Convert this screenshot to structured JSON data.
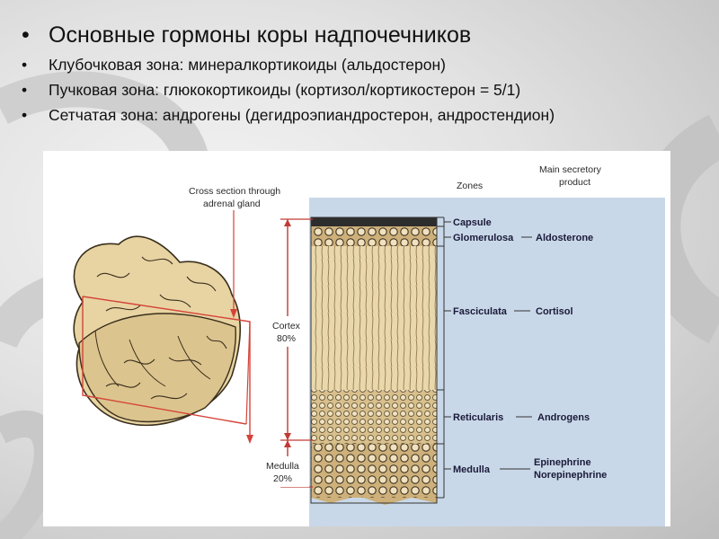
{
  "slide": {
    "bullets": [
      "Основные гормоны коры надпочечников",
      "Клубочковая зона: минералкортикоиды (альдостерон)",
      "Пучковая зона: глюкокортикоиды (кортизол/кортикостерон = 5/1)",
      "Сетчатая зона: андрогены (дегидроэпиандростерон, андростендион)"
    ]
  },
  "figure": {
    "gland_caption_line1": "Cross section through",
    "gland_caption_line2": "adrenal gland",
    "cortex_label": "Cortex",
    "cortex_percent": "80%",
    "medulla_label": "Medulla",
    "medulla_percent": "20%",
    "zones_header": "Zones",
    "product_header_line1": "Main secretory",
    "product_header_line2": "product",
    "zones": [
      {
        "name": "Capsule",
        "product": ""
      },
      {
        "name": "Glomerulosa",
        "product": "Aldosterone"
      },
      {
        "name": "Fasciculata",
        "product": "Cortisol"
      },
      {
        "name": "Reticularis",
        "product": "Androgens"
      },
      {
        "name": "Medulla",
        "product": "Epinephrine"
      }
    ],
    "medulla_product2": "Norepinephrine",
    "colors": {
      "panel": "#c9d8e8",
      "tissue": "#e3cfa1",
      "capsule": "#2d2d2d",
      "plane": "#d4443a"
    }
  }
}
